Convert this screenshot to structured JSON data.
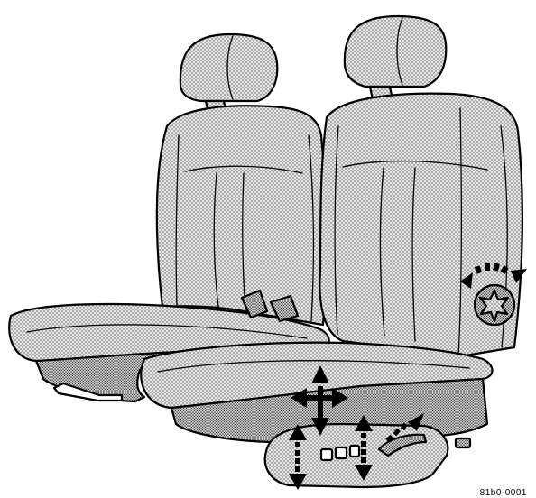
{
  "figure": {
    "code": "81b0-0001",
    "fill_color": "#d9d9d9",
    "stroke_color": "#000000",
    "arrow_color": "#000000",
    "control_arrows": [
      "seat-forward-back-arrows",
      "seat-up-down-front-arrows",
      "seat-up-down-rear-arrows",
      "recliner-arrows",
      "lumbar-knob-arrows"
    ]
  }
}
